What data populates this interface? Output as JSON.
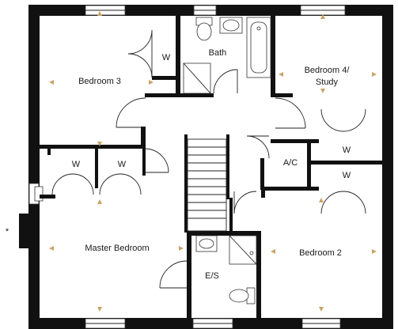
{
  "rooms": {
    "bedroom3": "Bedroom 3",
    "bath": "Bath",
    "bedroom4_line1": "Bedroom 4/",
    "bedroom4_line2": "Study",
    "master": "Master Bedroom",
    "bedroom2": "Bedroom 2",
    "es": "E/S",
    "ac": "A/C"
  },
  "wardrobe_label": "W",
  "asterisk": "*",
  "colors": {
    "wall": "#111111",
    "marker": "#c9a466",
    "background": "#ffffff"
  }
}
